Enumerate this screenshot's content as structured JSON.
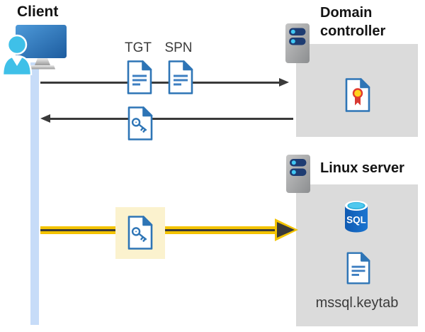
{
  "client": {
    "label": "Client"
  },
  "flows": {
    "request": {
      "tgt_label": "TGT",
      "spn_label": "SPN"
    }
  },
  "domain_controller": {
    "label": "Domain controller"
  },
  "linux_server": {
    "label": "Linux server",
    "sql_badge": "SQL",
    "keytab_label": "mssql.keytab"
  },
  "colors": {
    "document_blue": "#2E75B6",
    "document_line_blue": "#3E7FC1",
    "arrow_dark": "#3A3A3A",
    "highlight_yellow": "#F3C300",
    "highlight_box_cream": "#FBF2CE",
    "panel_gray": "#DBDBDB",
    "lifeline_blue": "#C7DCF8",
    "sql_database_blue": "#1464C0",
    "accent_cyan": "#41C8F4",
    "server_pill_navy": "#1E3C72",
    "certificate_red": "#D83A34",
    "certificate_gold": "#FFD21E",
    "person_cyan": "#3FC0E8"
  }
}
